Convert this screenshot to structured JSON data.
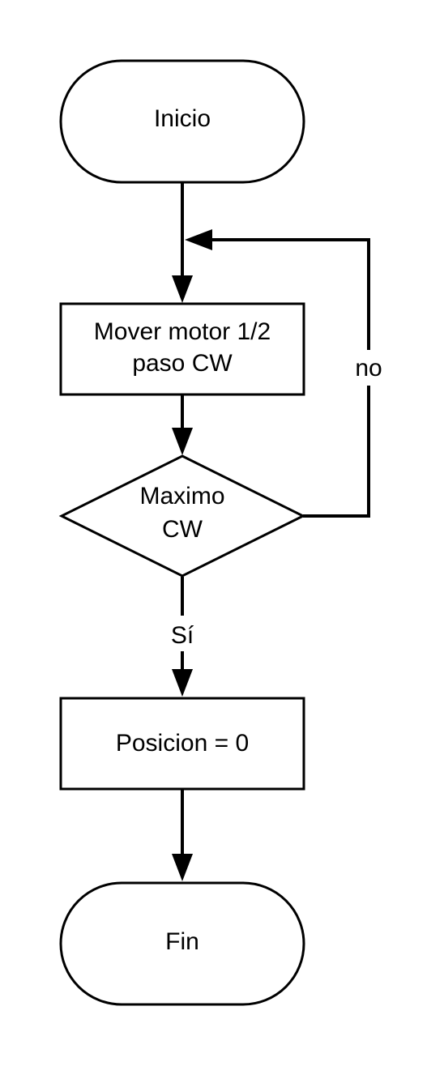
{
  "diagram": {
    "type": "flowchart",
    "nodes": {
      "start": {
        "text": "Inicio"
      },
      "move": {
        "line1": "Mover motor 1/2",
        "line2": "paso CW"
      },
      "check": {
        "line1": "Maximo",
        "line2": "CW"
      },
      "reset": {
        "text": "Posicion = 0"
      },
      "end": {
        "text": "Fin"
      }
    },
    "edges": {
      "no": "no",
      "yes": "Sí"
    }
  }
}
